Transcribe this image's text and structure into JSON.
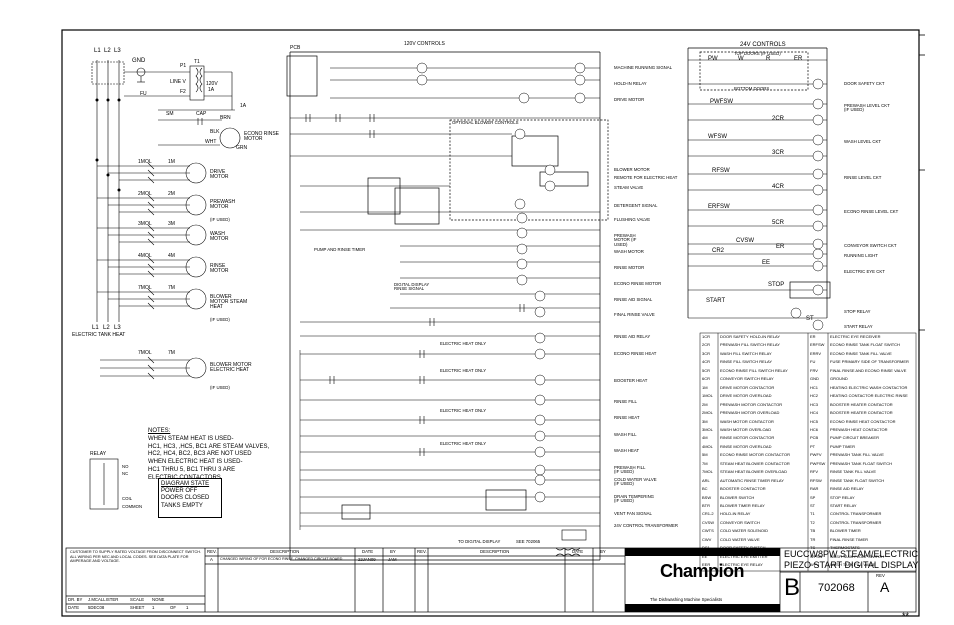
{
  "power": {
    "phases": [
      "L1",
      "L2",
      "L3"
    ],
    "phases_bottom": [
      "L1",
      "L2",
      "L3"
    ],
    "gnd": "GND",
    "tank_heat": "ELECTRIC TANK HEAT"
  },
  "transformer": {
    "p1": "P1",
    "t1": "T1",
    "p2": "F2",
    "fu": "FU",
    "linev": "LINE V",
    "v120": "120V",
    "a1": "1A",
    "a1b": "1A",
    "brn": "BRN",
    "blk": "BLK",
    "wht": "WHT",
    "grn": "GRN",
    "cap": "CAP",
    "sm": "SM",
    "motor": "ECONO RINSE MOTOR"
  },
  "motors": [
    {
      "label": "DRIVE MOTOR",
      "note": "",
      "mol": "1MOL",
      "m": "1M"
    },
    {
      "label": "PREWASH MOTOR",
      "note": "(IF USED)",
      "mol": "2MOL",
      "m": "2M"
    },
    {
      "label": "WASH MOTOR",
      "note": "",
      "mol": "3MOL",
      "m": "3M"
    },
    {
      "label": "RINSE MOTOR",
      "note": "",
      "mol": "4MOL",
      "m": "4M"
    },
    {
      "label": "BLOWER MOTOR STEAM HEAT",
      "note": "(IF USED)",
      "mol": "7MOL",
      "m": "7M"
    },
    {
      "label": "BLOWER MOTOR ELECTRIC HEAT",
      "note": "(IF USED)",
      "mol": "7MOL",
      "m": "7M"
    }
  ],
  "pcb": "PCB",
  "controls_120": "120V CONTROLS",
  "controls_24": "24V CONTROLS",
  "bottom_doors": "BOTTOM DOORS",
  "top_doors": "TOP DOORS (IF USED)",
  "ladder": [
    "MACHINE RUNNING SIGNAL",
    "HOLD-IN RELAY",
    "DRIVE MOTOR",
    "BLOWER MOTOR",
    "REMOTE FOR ELECTRIC HEAT",
    "STEAM VALVE",
    "DETERGENT SIGNAL",
    "FLUSHING VALVE",
    "PREWASH MOTOR (IF USED)",
    "WASH MOTOR",
    "RINSE MOTOR",
    "ECONO RINSE MOTOR",
    "RINSE AID SIGNAL",
    "FINAL RINSE VALVE",
    "RINSE AID RELAY",
    "ECONO RINSE HEAT",
    "BOOSTER HEAT",
    "RINSE FILL",
    "RINSE HEAT",
    "WASH FILL",
    "WASH HEAT",
    "PREWASH FILL (IF USED)",
    "COLD WATER VALVE (IF USED)",
    "DRAIN TEMPERING (IF USED)",
    "VENT FAN SIGNAL",
    "24V CONTROL TRANSFORMER"
  ],
  "ladder_labels": {
    "econo_blower": "OPTIONAL BLOWER CONTROLS",
    "pump_rinse": "PUMP AND RINSE TIMER",
    "digital": "DIGITAL DISPLAY RINSE SIGNAL",
    "to_display": "TO DIGITAL DISPLAY",
    "ssr": "SEE 702065",
    "eheat1": "ELECTRIC HEAT ONLY",
    "eheat2": "ELECTRIC HEAT ONLY",
    "eheat3": "ELECTRIC HEAT ONLY",
    "eheat4": "ELECTRIC HEAT ONLY"
  },
  "right_column": [
    "DOOR SAFETY CKT",
    "PREWASH LEVEL CKT (IF USED)",
    "WASH LEVEL CKT",
    "RINSE LEVEL CKT",
    "ECONO RINSE LEVEL CKT",
    "CONVEYOR SWITCH CKT",
    "RUNNING LIGHT",
    "ELECTRIC EYE CKT",
    "STOP RELAY",
    "START RELAY"
  ],
  "right_labels": {
    "pw": "PW",
    "w": "W",
    "r": "R",
    "er": "ER",
    "pwfsw": "PWFSW",
    "wfsw": "WFSW",
    "rfsw": "RFSW",
    "erfsw": "ERFSW",
    "cvsw": "CVSW",
    "cr2": "CR2",
    "ee": "EE",
    "stop": "STOP",
    "start": "START",
    "2cr": "2CR",
    "3cr": "3CR",
    "4cr": "4CR",
    "5cr": "5CR",
    "er2": "ER",
    "st": "ST"
  },
  "legend_rows": [
    [
      "1CR",
      "DOOR SAFETY HOLD-IN RELAY",
      "ER",
      "ELECTRIC EYE RECEIVER"
    ],
    [
      "2CR",
      "PREWASH FILL SWITCH RELAY",
      "ERFSW",
      "ECONO RINSE TANK FLOAT SWITCH"
    ],
    [
      "3CR",
      "WASH FILL SWITCH RELAY",
      "ERRV",
      "ECONO RINSE TANK FILL VALVE"
    ],
    [
      "4CR",
      "RINSE FILL SWITCH RELAY",
      "FU",
      "FUSE PRIMARY SIDE OF TRANSFORMER"
    ],
    [
      "5CR",
      "ECONO RINSE FILL SWITCH RELAY",
      "FRV",
      "FINAL RINSE AND ECONO RINSE VALVE"
    ],
    [
      "6CR",
      "CONVEYOR SWITCH RELAY",
      "GND",
      "GROUND"
    ],
    [
      "1M",
      "DRIVE MOTOR CONTACTOR",
      "HC1",
      "HEATING ELECTRIC WASH CONTACTOR"
    ],
    [
      "1MOL",
      "DRIVE MOTOR OVERLOAD",
      "HC2",
      "HEATING CONTACTOR ELECTRIC RINSE"
    ],
    [
      "2M",
      "PREWASH MOTOR CONTACTOR",
      "HC3",
      "BOOSTER HEATER CONTACTOR"
    ],
    [
      "2MOL",
      "PREWASH MOTOR OVERLOAD",
      "HC4",
      "BOOSTER HEATER CONTACTOR"
    ],
    [
      "3M",
      "WASH MOTOR CONTACTOR",
      "HC5",
      "ECONO RINSE HEAT CONTACTOR"
    ],
    [
      "3MOL",
      "WASH MOTOR OVERLOAD",
      "HC6",
      "PREWASH HEAT CONTACTOR"
    ],
    [
      "4M",
      "RINSE MOTOR CONTACTOR",
      "PCB",
      "PUMP CIRCUIT BREAKER"
    ],
    [
      "4MOL",
      "RINSE MOTOR OVERLOAD",
      "PT",
      "PUMP TIMER"
    ],
    [
      "5M",
      "ECONO RINSE MOTOR CONTACTOR",
      "PWFV",
      "PREWASH TANK FILL VALVE"
    ],
    [
      "7M",
      "STEAM HEAT BLOWER CONTACTOR",
      "PWFSW",
      "PREWASH TANK FLOAT SWITCH"
    ],
    [
      "7MOL",
      "STEAM HEAT BLOWER OVERLOAD",
      "RFV",
      "RINSE TANK FILL VALVE"
    ],
    [
      "ARL",
      "AUTOMATIC RINSE TIMER RELAY",
      "RFSW",
      "RINSE TANK FLOAT SWITCH"
    ],
    [
      "BC",
      "BOOSTER CONTACTOR",
      "RAR",
      "RINSE AID RELAY"
    ],
    [
      "BSW",
      "BLOWER SWITCH",
      "SP",
      "STOP RELAY"
    ],
    [
      "BTR",
      "BLOWER TIMER RELAY",
      "ST",
      "START RELAY"
    ],
    [
      "CR1-2",
      "HOLD-IN RELAY",
      "T1",
      "CONTROL TRANSFORMER"
    ],
    [
      "CVSW",
      "CONVEYOR SWITCH",
      "T2",
      "CONTROL TRANSFORMER"
    ],
    [
      "CWTS",
      "COLD WATER SOLENOID",
      "TB",
      "BLOWER TIMER"
    ],
    [
      "CWV",
      "COLD WATER VALVE",
      "TR",
      "FINAL RINSE TIMER"
    ],
    [
      "DS1",
      "DOOR SAFETY SWITCH",
      "TS",
      "THERMOSTATS"
    ],
    [
      "EE",
      "ELECTRIC EYE EMITTER",
      "WFSW",
      "WASH TANK FLOAT SWITCH"
    ],
    [
      "EER",
      "ELECTRIC EYE RELAY",
      "WFV",
      "WASH TANK FILL VALVE"
    ]
  ],
  "notes": {
    "title": "NOTES:",
    "lines": [
      "WHEN STEAM HEAT IS USED-",
      "HC1, HC3, ,HC5, BC1 ARE STEAM VALVES,",
      "HC2, HC4, BC2, BC3 ARE NOT USED",
      "WHEN ELECTRIC HEAT IS USED-",
      "HC1 THRU 5, BC1 THRU 3 ARE",
      "ELECTRIC CONTACTORS"
    ]
  },
  "relay": {
    "title": "RELAY",
    "no": "NO",
    "nc": "NC",
    "coil": "COIL",
    "common": "COMMON"
  },
  "diagram_state": [
    "DIAGRAM STATE",
    "POWER OFF",
    "DOORS CLOSED",
    "TANKS EMPTY"
  ],
  "title_block": {
    "left_note": "CUSTOMER TO SUPPLY RATED VOLTAGE FROM DISCONNECT SWITCH. ALL WIRING PER NEC AND LOCAL CODES. SEE DATA PLATE FOR AMPERAGE AND VOLTAGE.",
    "dr_by_label": "DR. BY",
    "dr_by": "J.MCALLISTER",
    "scale_label": "SCALE",
    "scale": "NONE",
    "date_label": "DATE",
    "date": "5DEC08",
    "sheet_label": "SHEET",
    "sheet": "1",
    "of_label": "OF",
    "of": "1",
    "rev_label": "REV.",
    "desc_label": "DESCRIPTION",
    "date2_label": "DATE",
    "by_label": "BY",
    "rev_a": "A",
    "rev_a_desc": "CHANGED WIRING OF FOR ECONO RINSE, CHANGED CIRCUIT BOARD",
    "rev_a_date": "22JAN09",
    "rev_a_by": "JAM",
    "company": "Champion",
    "tagline": "The Dishwashing Machine Specialists",
    "title1": "EUCCW8PW STEAM/ELECTRIC",
    "title2": "PIEZO START DIGITAL DISPLAY",
    "size": "B",
    "dwg": "702068",
    "rev_label2": "REV",
    "rev": "A",
    "stars": "**"
  }
}
